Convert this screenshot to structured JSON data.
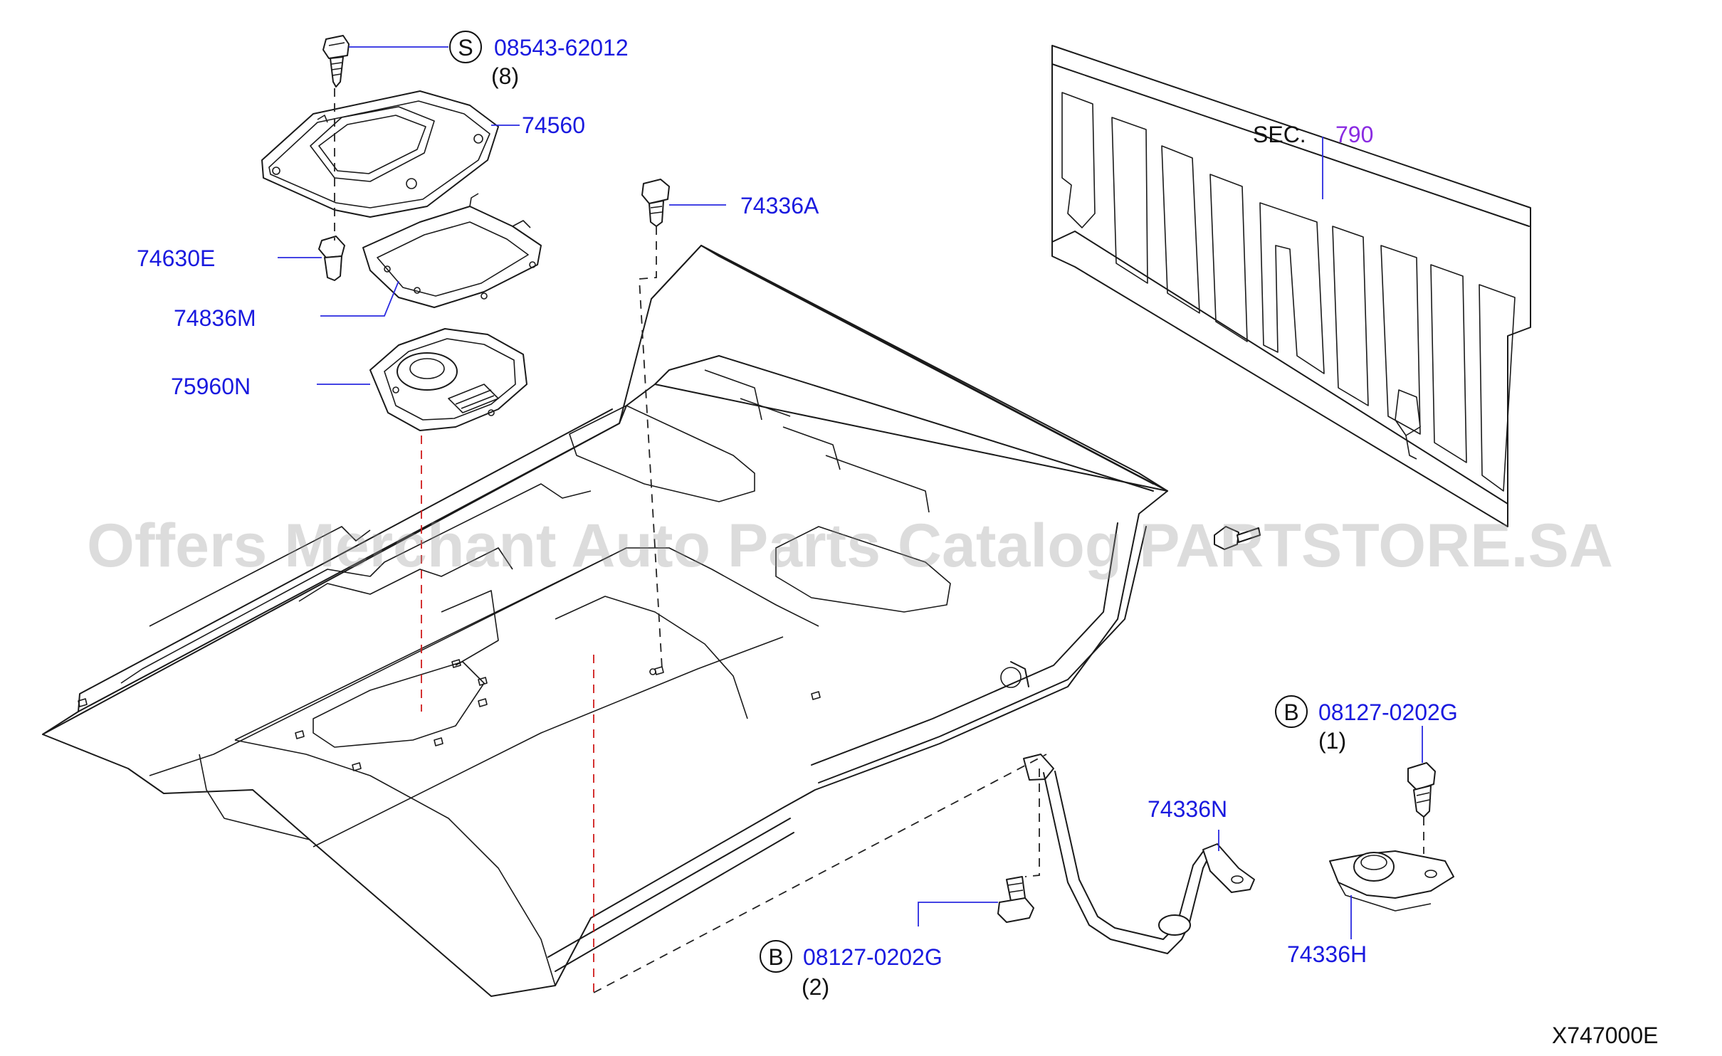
{
  "watermark": "Offers Merchant Auto Parts Catalog PARTSTORE.SA",
  "diagram_code": "X747000E",
  "section_ref": {
    "prefix": "SEC.",
    "number": "790"
  },
  "callouts": {
    "screw_s": {
      "symbol": "S",
      "part": "08543-62012",
      "qty": "(8)"
    },
    "cover": {
      "part": "74560"
    },
    "bolt_a": {
      "part": "74336A"
    },
    "clip": {
      "part": "74630E"
    },
    "seal_m": {
      "part": "74836M"
    },
    "pad_n": {
      "part": "75960N"
    },
    "bolt_b_right": {
      "symbol": "B",
      "part": "08127-0202G",
      "qty": "(1)"
    },
    "bracket_n": {
      "part": "74336N"
    },
    "bracket_h": {
      "part": "74336H"
    },
    "bolt_b_bottom": {
      "symbol": "B",
      "part": "08127-0202G",
      "qty": "(2)"
    }
  },
  "colors": {
    "part_number": "#1a1adf",
    "section_number": "#8a2be2",
    "text": "#111111",
    "guide_line": "#d01c1c"
  }
}
